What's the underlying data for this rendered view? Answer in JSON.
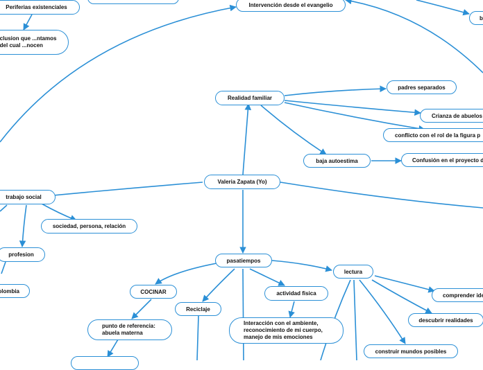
{
  "nodes": {
    "valeria": "Valeria Zapata (Yo)",
    "intervencion": "Intervención desde el evangelio",
    "periferias": "Periferias existenciales",
    "exclusion": "...clusion que ...ntamos y del cual ...nocen",
    "top_right": "b",
    "realidad_familiar": "Realidad familiar",
    "padres_separados": "padres separados",
    "crianza_abuelos": "Crianza de abuelos",
    "conflicto_rol": "conflicto con el rol de la figura p",
    "baja_autoestima": "baja autoestima",
    "confusion_proyecto": "Confusión en el proyecto d",
    "trabajo_social": "trabajo social",
    "sociedad": "sociedad, persona, relación",
    "profesion": "profesion",
    "colombia": "olombia",
    "pasatiempos": "pasatiempos",
    "lectura": "lectura",
    "comprender": "comprender ide",
    "descubrir": "descubrir realidades",
    "construir": "construir mundos posibles",
    "cocinar": "COCINAR",
    "punto_referencia": "punto de referencia: abuela materna",
    "reciclaje": "Reciclaje",
    "actividad_fisica": "actividad fisica",
    "interaccion": "Interacción con el ambiente, reconocimiento de mi cuerpo, manejo de mis emociones"
  },
  "colors": {
    "line": "#2a8fd6",
    "border": "#2a8fd6",
    "text": "#111111",
    "background": "#ffffff"
  }
}
